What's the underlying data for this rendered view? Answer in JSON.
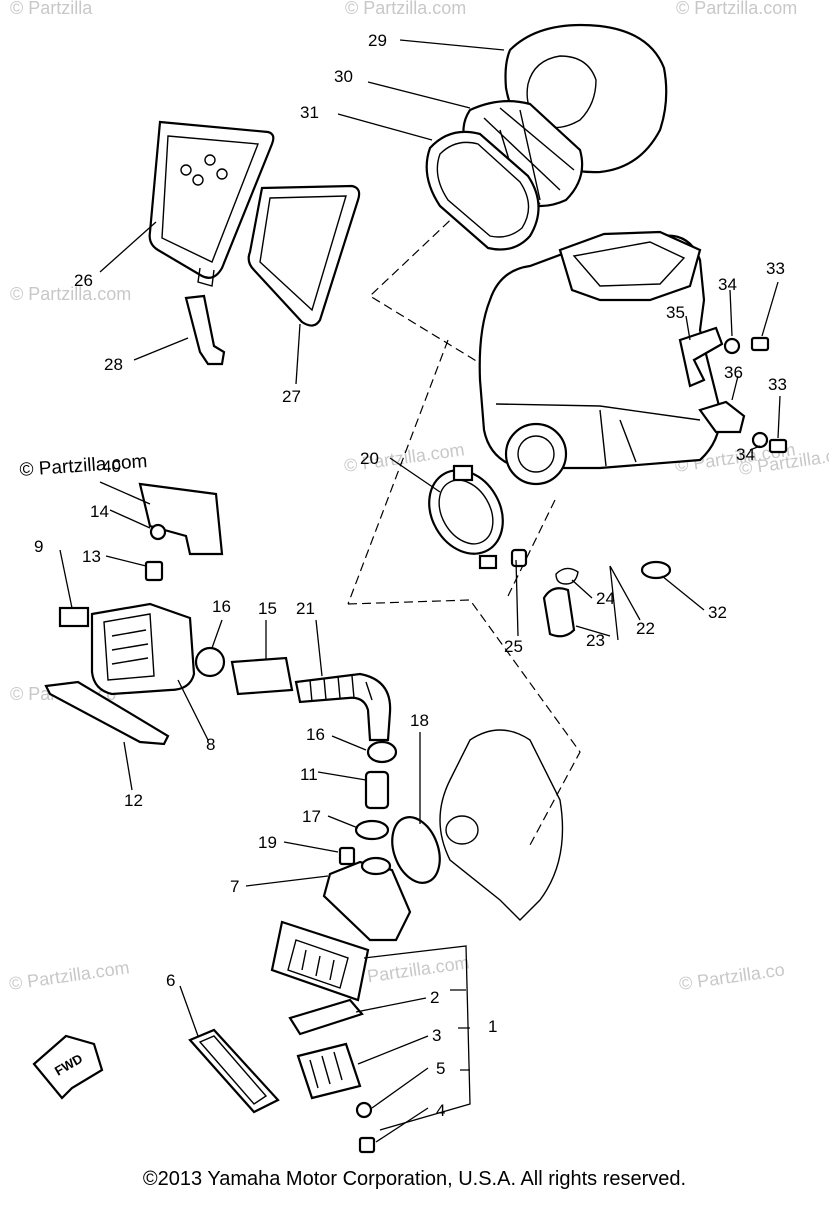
{
  "watermark": {
    "brand": "© Partzilla.com",
    "faded_instances": [
      "© Partzilla",
      "© Partzilla.com",
      "© Partzilla.com",
      "© Partzilla.com",
      "© Partzilla.com",
      "© Partzilla.com",
      "© Partzilla.co",
      "© Partzilla.co",
      "© Partzilla.com",
      "© Partzilla.com",
      "© Partzilla.co"
    ]
  },
  "callouts": [
    "1",
    "2",
    "3",
    "4",
    "5",
    "6",
    "7",
    "8",
    "9",
    "40",
    "11",
    "12",
    "13",
    "14",
    "15",
    "16",
    "16",
    "17",
    "18",
    "19",
    "20",
    "21",
    "22",
    "23",
    "24",
    "25",
    "26",
    "27",
    "28",
    "29",
    "30",
    "31",
    "32",
    "33",
    "33",
    "34",
    "34",
    "35",
    "36"
  ],
  "fwd_label": "FWD",
  "copyright": "©2013 Yamaha Motor Corporation, U.S.A. All rights reserved."
}
